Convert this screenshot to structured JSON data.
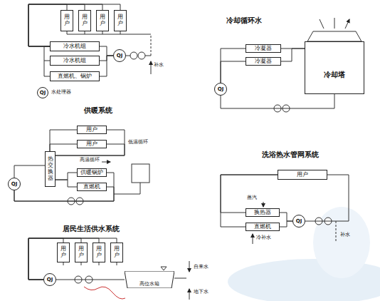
{
  "diagram": {
    "nodes": [
      {
        "text": [
          "用户"
        ]
      },
      {
        "text": [
          "用户"
        ]
      },
      {
        "text": [
          "用户"
        ]
      },
      {
        "text": [
          "用户"
        ]
      },
      {
        "text": [
          "冷水机组"
        ]
      },
      {
        "text": [
          "冷水机组"
        ]
      },
      {
        "text": [
          "QJ"
        ]
      },
      {
        "text": [
          "直燃机、锅炉"
        ]
      },
      {
        "text": [
          "QJ"
        ]
      },
      {
        "text": [
          "冷凝器"
        ]
      },
      {
        "text": [
          "冷凝器"
        ]
      },
      {
        "text": [
          "冷却塔"
        ]
      },
      {
        "text": [
          "QJ"
        ]
      },
      {
        "text": [
          "用户"
        ]
      },
      {
        "text": [
          "用户"
        ]
      },
      {
        "text": [
          "热交换器"
        ]
      },
      {
        "text": [
          "供暖锅炉"
        ]
      },
      {
        "text": [
          "直燃机"
        ]
      },
      {
        "text": [
          "QJ"
        ]
      },
      {
        "text": [
          "用户"
        ]
      },
      {
        "text": [
          "换热器"
        ]
      },
      {
        "text": [
          "直燃机"
        ]
      },
      {
        "text": [
          "QJ"
        ]
      },
      {
        "text": [
          "用户"
        ]
      },
      {
        "text": [
          "用户"
        ]
      },
      {
        "text": [
          "用户"
        ]
      },
      {
        "text": [
          "用户"
        ]
      },
      {
        "text": [
          "QJ"
        ]
      },
      {
        "text": [
          "高位水箱"
        ]
      }
    ],
    "edges": [
      {
        "from": 4,
        "to": 6,
        "arrow": "none"
      },
      {
        "from": 5,
        "to": 6,
        "arrow": "none"
      },
      {
        "from": 7,
        "to": 6,
        "arrow": "none"
      },
      {
        "from": 0,
        "to": 4,
        "arrow": "none"
      },
      {
        "from": 1,
        "to": 4,
        "arrow": "none"
      },
      {
        "from": 2,
        "to": 4,
        "arrow": "none"
      },
      {
        "from": 3,
        "to": 4,
        "arrow": "none"
      },
      {
        "from": 9,
        "to": 11,
        "arrow": "none"
      },
      {
        "from": 10,
        "to": 11,
        "arrow": "none"
      },
      {
        "from": 11,
        "to": 12,
        "arrow": "none"
      },
      {
        "from": 12,
        "to": 9,
        "arrow": "none"
      },
      {
        "from": 12,
        "to": 10,
        "arrow": "none"
      },
      {
        "from": 15,
        "to": 13,
        "arrow": "none"
      },
      {
        "from": 15,
        "to": 14,
        "arrow": "none"
      },
      {
        "from": 13,
        "to": 15,
        "arrow": "none"
      },
      {
        "from": 14,
        "to": 15,
        "arrow": "none"
      },
      {
        "from": 16,
        "to": 15,
        "arrow": "none"
      },
      {
        "from": 17,
        "to": 15,
        "arrow": "none"
      },
      {
        "from": 16,
        "to": 18,
        "arrow": "none"
      },
      {
        "from": 17,
        "to": 18,
        "arrow": "none"
      },
      {
        "from": 18,
        "to": 15,
        "arrow": "none"
      },
      {
        "from": 20,
        "to": 19,
        "arrow": "none"
      },
      {
        "from": 21,
        "to": 19,
        "arrow": "none"
      },
      {
        "from": 22,
        "to": 19,
        "arrow": "none"
      },
      {
        "from": 20,
        "to": 22,
        "arrow": "none"
      },
      {
        "from": 21,
        "to": 22,
        "arrow": "none"
      },
      {
        "from": 28,
        "to": 27,
        "arrow": "none"
      },
      {
        "from": 27,
        "to": 23,
        "arrow": "none"
      },
      {
        "from": 27,
        "to": 24,
        "arrow": "none"
      },
      {
        "from": 27,
        "to": 25,
        "arrow": "none"
      },
      {
        "from": 27,
        "to": 26,
        "arrow": "none"
      }
    ],
    "labels": [
      "补水",
      "水处理器",
      "冷却循环水",
      "供暖系统",
      "低温循环",
      "高温循环",
      "洗浴热水管网系统",
      "蒸汽",
      "冷补水",
      "补水",
      "居民生活供水系统",
      "自来水",
      "地下水"
    ]
  }
}
